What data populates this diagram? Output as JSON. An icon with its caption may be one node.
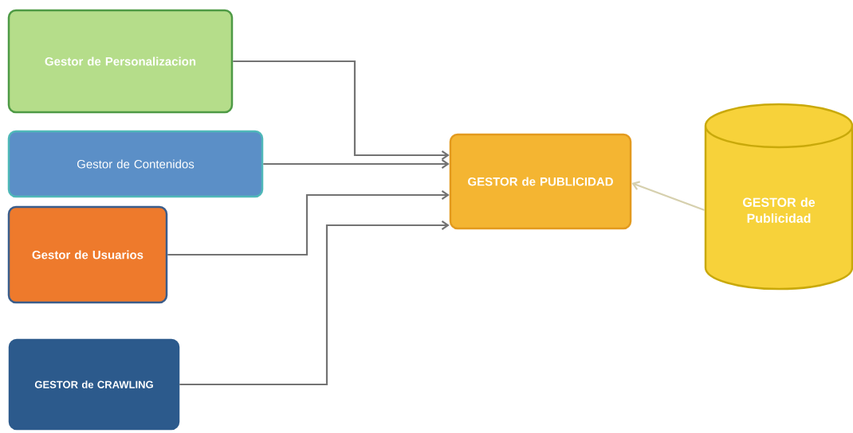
{
  "diagram": {
    "nodes": [
      {
        "text": [
          "Gestor de Personalizacion"
        ]
      },
      {
        "text": [
          "Gestor de Contenidos"
        ]
      },
      {
        "text": [
          "Gestor de Usuarios"
        ]
      },
      {
        "text": [
          "GESTOR de CRAWLING"
        ]
      },
      {
        "text": [
          "GESTOR de PUBLICIDAD"
        ]
      },
      {
        "text": [
          "GESTOR de Publicidad"
        ]
      }
    ],
    "edges": [
      {
        "from": 0,
        "to": 4,
        "arrow": "to"
      },
      {
        "from": 1,
        "to": 4,
        "arrow": "to"
      },
      {
        "from": 2,
        "to": 4,
        "arrow": "to"
      },
      {
        "from": 3,
        "to": 4,
        "arrow": "to"
      },
      {
        "from": 5,
        "to": 4,
        "arrow": "to",
        "color": "#d6d0ae"
      }
    ]
  }
}
